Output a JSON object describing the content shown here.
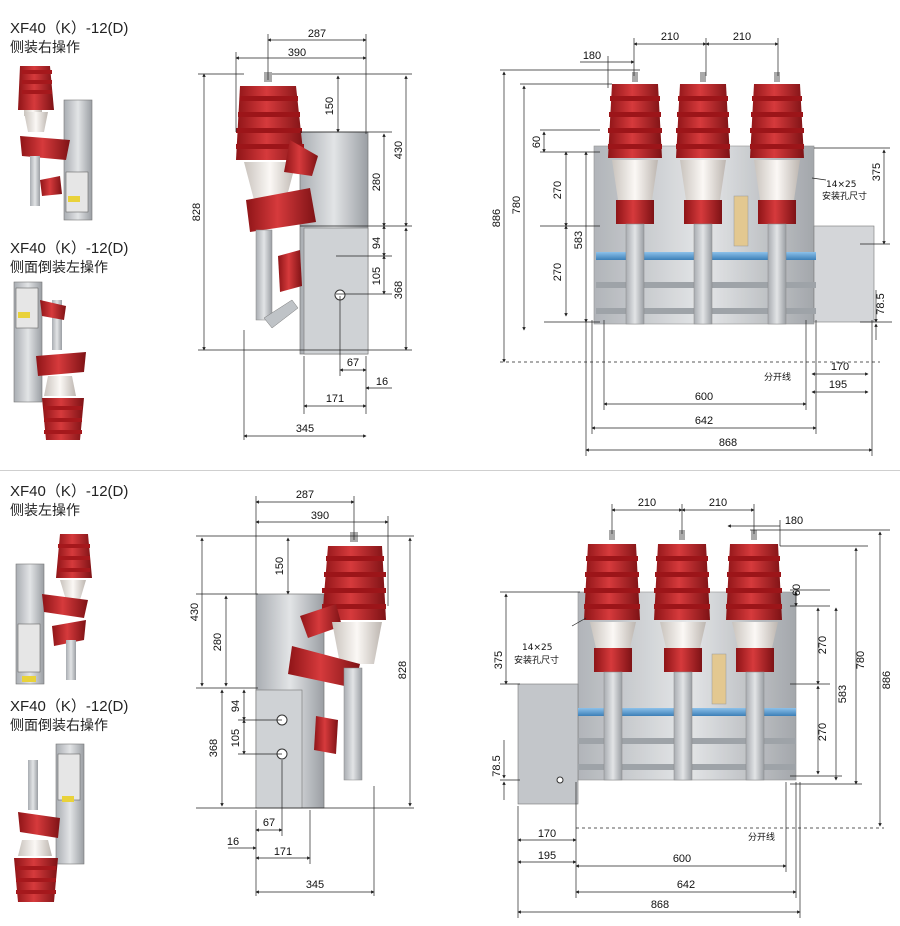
{
  "colors": {
    "insulator": "#c8252a",
    "insulator_dark": "#8e1417",
    "steel": "#c9ccd0",
    "steel_dark": "#8d9196",
    "dim_line": "#333333",
    "shaft_blue": "#5f9fd3"
  },
  "top": {
    "label1": {
      "model": "XF40（K）-12(D)",
      "desc": "侧装右操作"
    },
    "label2": {
      "model": "XF40（K）-12(D)",
      "desc": "侧面倒装左操作"
    },
    "side": {
      "d287": "287",
      "d390": "390",
      "d150": "150",
      "d430": "430",
      "d828": "828",
      "d280": "280",
      "d94": "94",
      "d105": "105",
      "d368": "368",
      "d67": "67",
      "d16": "16",
      "d171": "171",
      "d345": "345"
    },
    "front": {
      "d180": "180",
      "d210a": "210",
      "d210b": "210",
      "d60": "60",
      "d270a": "270",
      "d583": "583",
      "d270b": "270",
      "d780": "780",
      "d886": "886",
      "d375": "375",
      "hole": "14×25",
      "hole_desc": "安装孔尺寸",
      "d78_5": "78.5",
      "d170": "170",
      "split": "分开线",
      "d195": "195",
      "d600": "600",
      "d642": "642",
      "d868": "868"
    }
  },
  "bottom": {
    "label1": {
      "model": "XF40（K）-12(D)",
      "desc": "侧装左操作"
    },
    "label2": {
      "model": "XF40（K）-12(D)",
      "desc": "侧面倒装右操作"
    },
    "side": {
      "d287": "287",
      "d390": "390",
      "d150": "150",
      "d430": "430",
      "d280": "280",
      "d828": "828",
      "d94": "94",
      "d105": "105",
      "d368": "368",
      "d67": "67",
      "d16": "16",
      "d171": "171",
      "d345": "345"
    },
    "front": {
      "d210a": "210",
      "d210b": "210",
      "d180": "180",
      "d60": "60",
      "d270a": "270",
      "d583": "583",
      "d780": "780",
      "d886": "886",
      "d270b": "270",
      "d375": "375",
      "hole": "14×25",
      "hole_desc": "安装孔尺寸",
      "d78_5": "78.5",
      "d170": "170",
      "split": "分开线",
      "d195": "195",
      "d600": "600",
      "d642": "642",
      "d868": "868"
    }
  }
}
